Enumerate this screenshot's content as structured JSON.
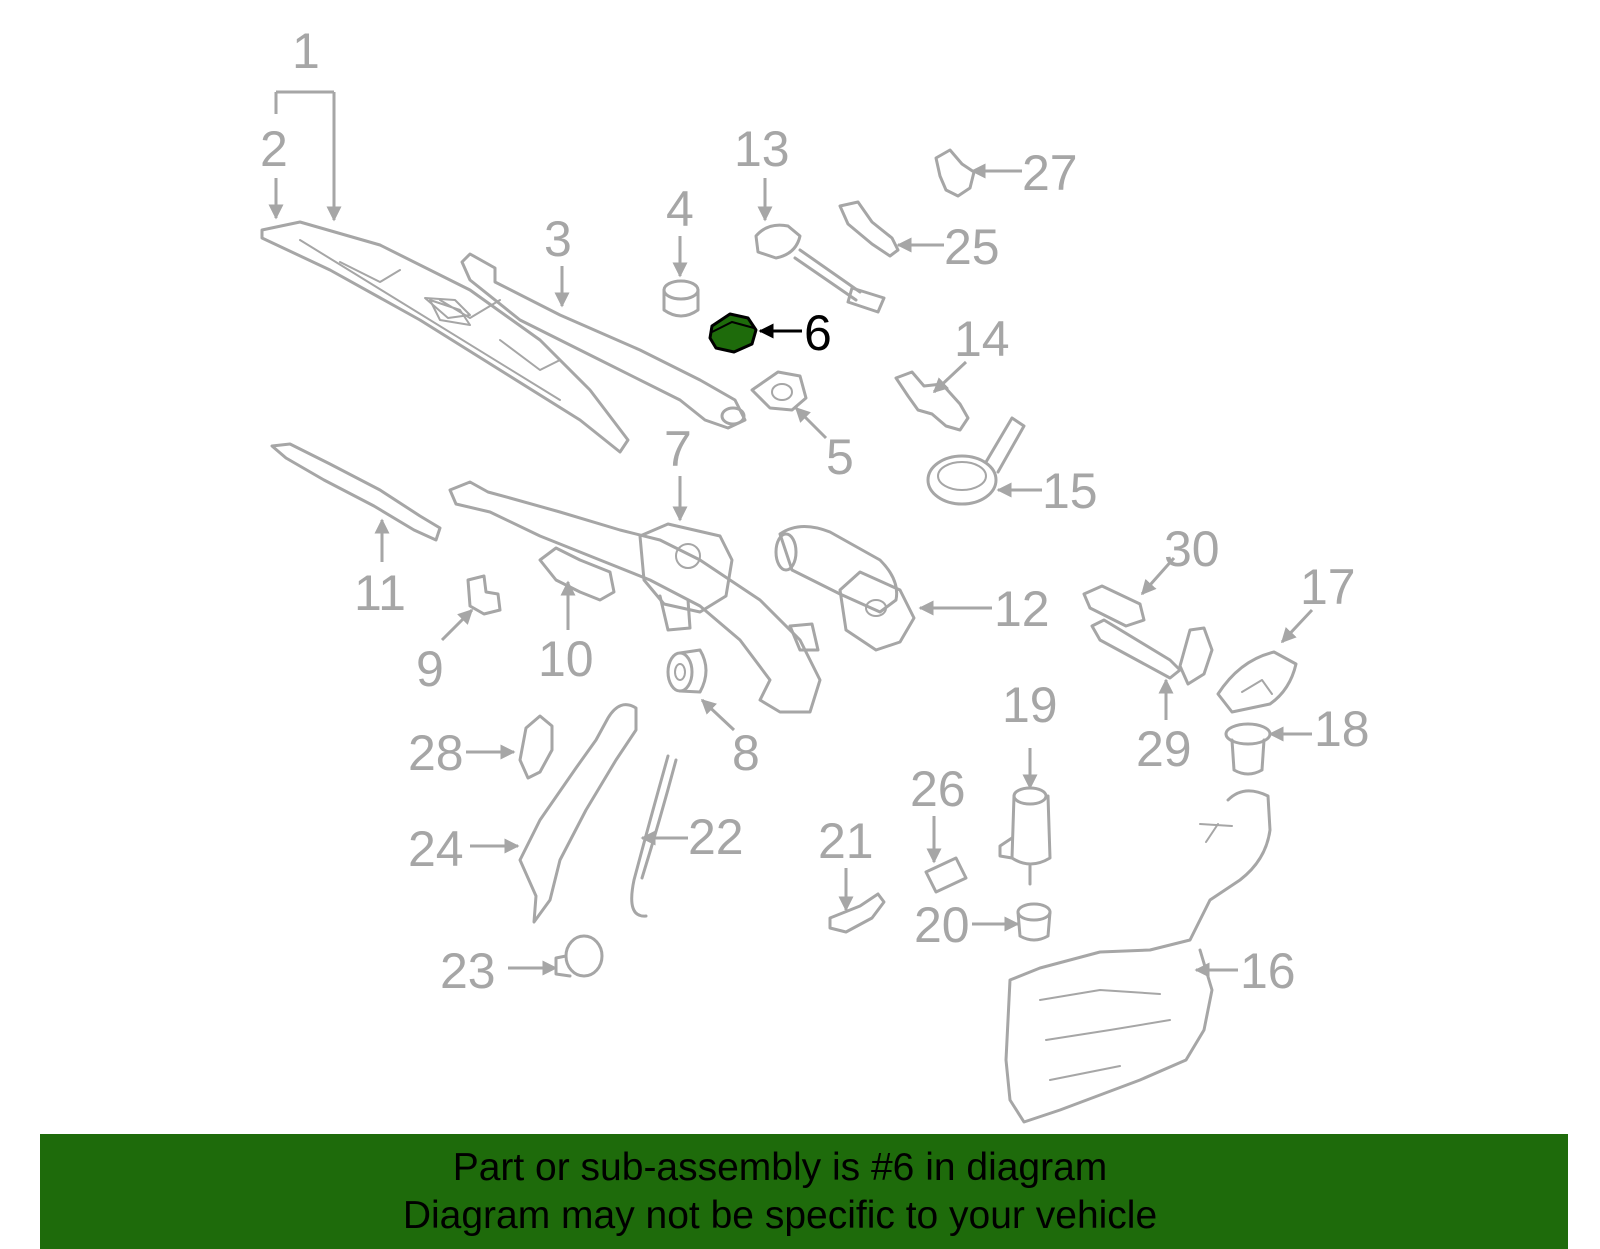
{
  "colors": {
    "line": "#a6a6a6",
    "highlight_fill": "#1e6b0b",
    "highlight_label": "#000000",
    "caption_bar": "#1e6b0b",
    "caption_text": "#000000"
  },
  "highlighted_part": "6",
  "labels": {
    "p1": "1",
    "p2": "2",
    "p3": "3",
    "p4": "4",
    "p5": "5",
    "p6": "6",
    "p7": "7",
    "p8": "8",
    "p9": "9",
    "p10": "10",
    "p11": "11",
    "p12": "12",
    "p13": "13",
    "p14": "14",
    "p15": "15",
    "p16": "16",
    "p17": "17",
    "p18": "18",
    "p19": "19",
    "p20": "20",
    "p21": "21",
    "p22": "22",
    "p23": "23",
    "p24": "24",
    "p25": "25",
    "p26": "26",
    "p27": "27",
    "p28": "28",
    "p29": "29",
    "p30": "30"
  },
  "caption": {
    "line1": "Part or sub-assembly is #6 in diagram",
    "line2": "Diagram may not be specific to your vehicle"
  }
}
